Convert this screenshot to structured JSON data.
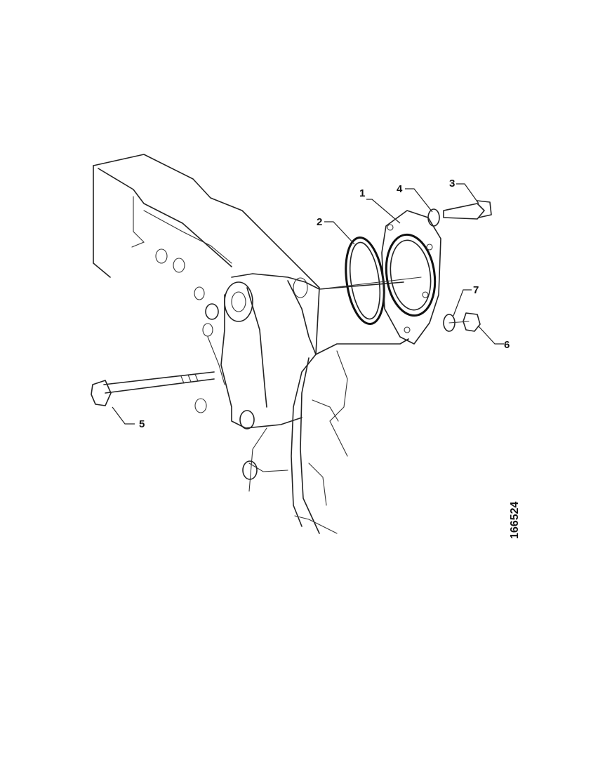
{
  "figure_number": "166524",
  "callouts": {
    "c1": "1",
    "c2": "2",
    "c3": "3",
    "c4": "4",
    "c5": "5",
    "c6": "6",
    "c7": "7"
  }
}
